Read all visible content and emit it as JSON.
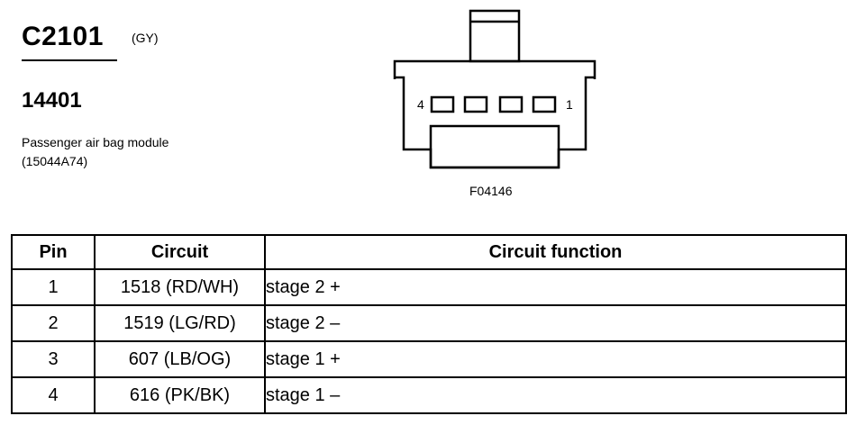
{
  "header": {
    "connector_id": "C2101",
    "connector_color": "(GY)",
    "part_number": "14401",
    "description_line1": "Passenger air bag module",
    "description_line2": "(15044A74)"
  },
  "figure": {
    "pin_label_left": "4",
    "pin_label_right": "1",
    "code": "F04146"
  },
  "table": {
    "headers": [
      "Pin",
      "Circuit",
      "Circuit function"
    ],
    "rows": [
      {
        "pin": "1",
        "circuit": "1518 (RD/WH)",
        "function": "stage 2 +"
      },
      {
        "pin": "2",
        "circuit": "1519 (LG/RD)",
        "function": "stage 2 –"
      },
      {
        "pin": "3",
        "circuit": "607 (LB/OG)",
        "function": "stage 1 +"
      },
      {
        "pin": "4",
        "circuit": "616 (PK/BK)",
        "function": "stage 1 –"
      }
    ]
  }
}
